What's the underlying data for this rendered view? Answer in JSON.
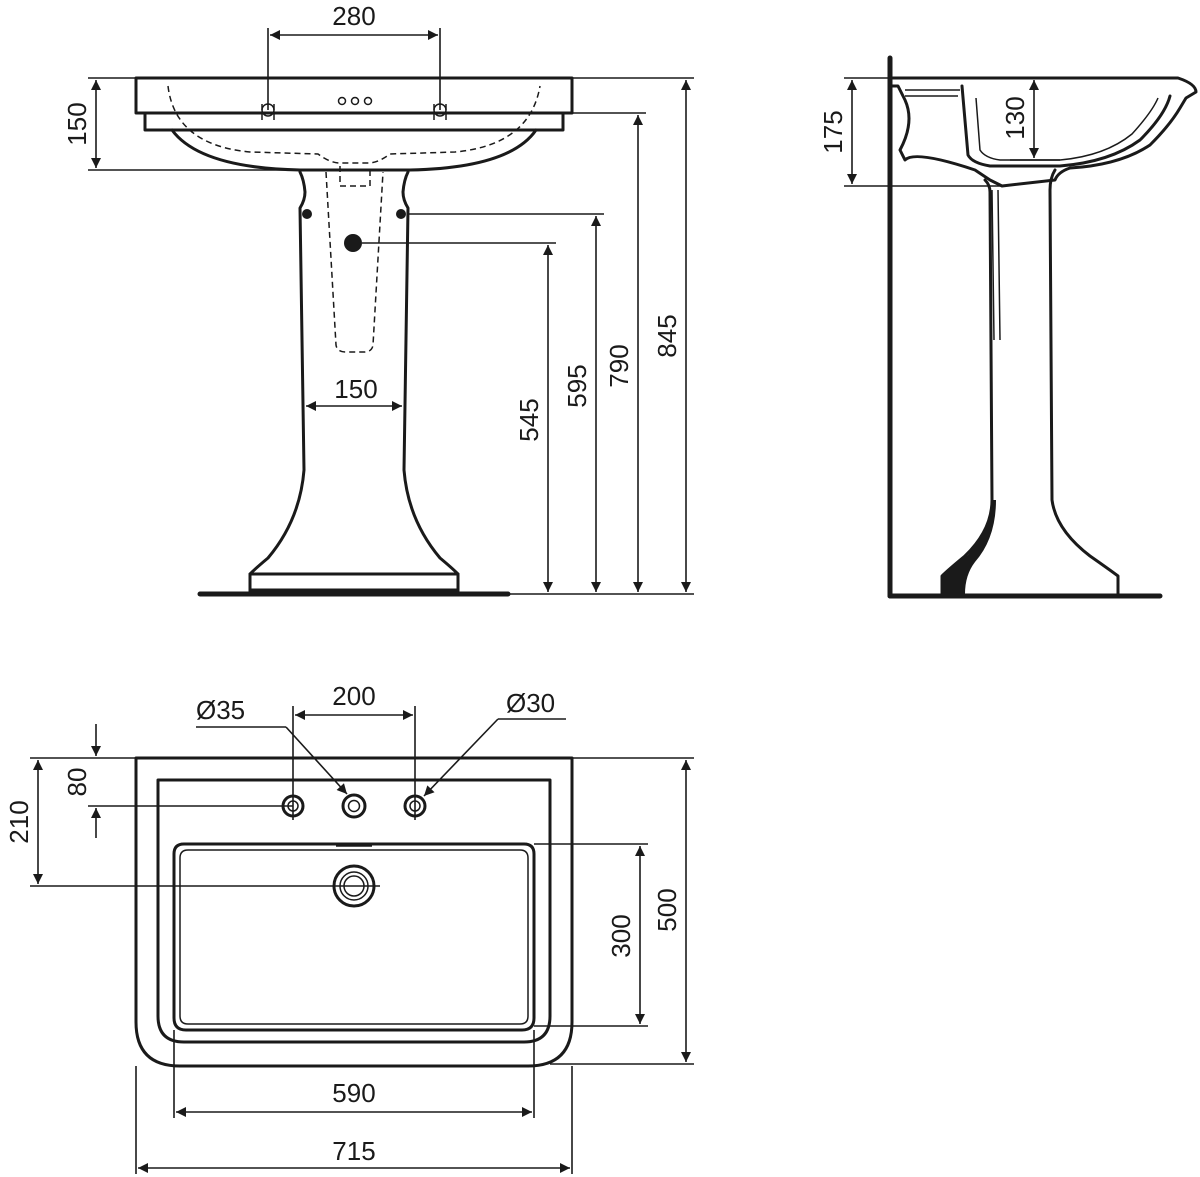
{
  "dimensions": {
    "front_tap_spacing": "280",
    "front_basin_depth": "150",
    "front_pedestal_width": "150",
    "front_waste_height": "545",
    "front_fixing_height": "595",
    "front_rim_underside_height": "790",
    "front_total_height": "845",
    "side_basin_depth": "175",
    "side_bowl_depth": "130",
    "plan_tap_spacing": "200",
    "plan_tap_hole_left": "Ø35",
    "plan_tap_hole_right": "Ø30",
    "plan_tap_to_back": "80",
    "plan_waste_to_back": "210",
    "plan_bowl_depth": "300",
    "plan_total_depth": "500",
    "plan_bowl_width": "590",
    "plan_total_width": "715"
  }
}
